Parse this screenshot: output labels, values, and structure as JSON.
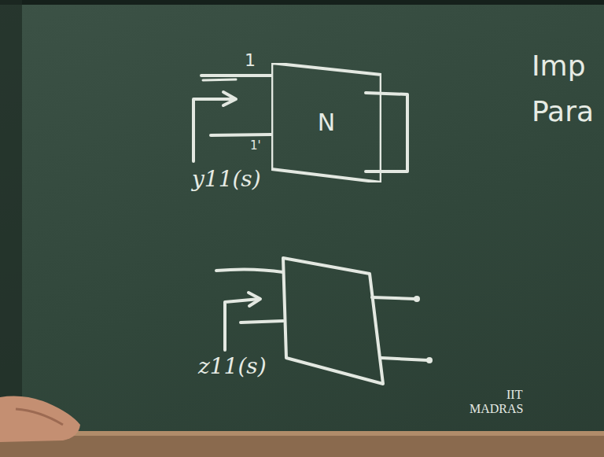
{
  "diagram": {
    "nodes": [
      {
        "text": [
          "N"
        ]
      }
    ],
    "labels": [
      "1",
      "1'",
      "y11(s)",
      "z11(s)",
      "Imp",
      "Para",
      "IIT",
      "MADRAS"
    ]
  }
}
